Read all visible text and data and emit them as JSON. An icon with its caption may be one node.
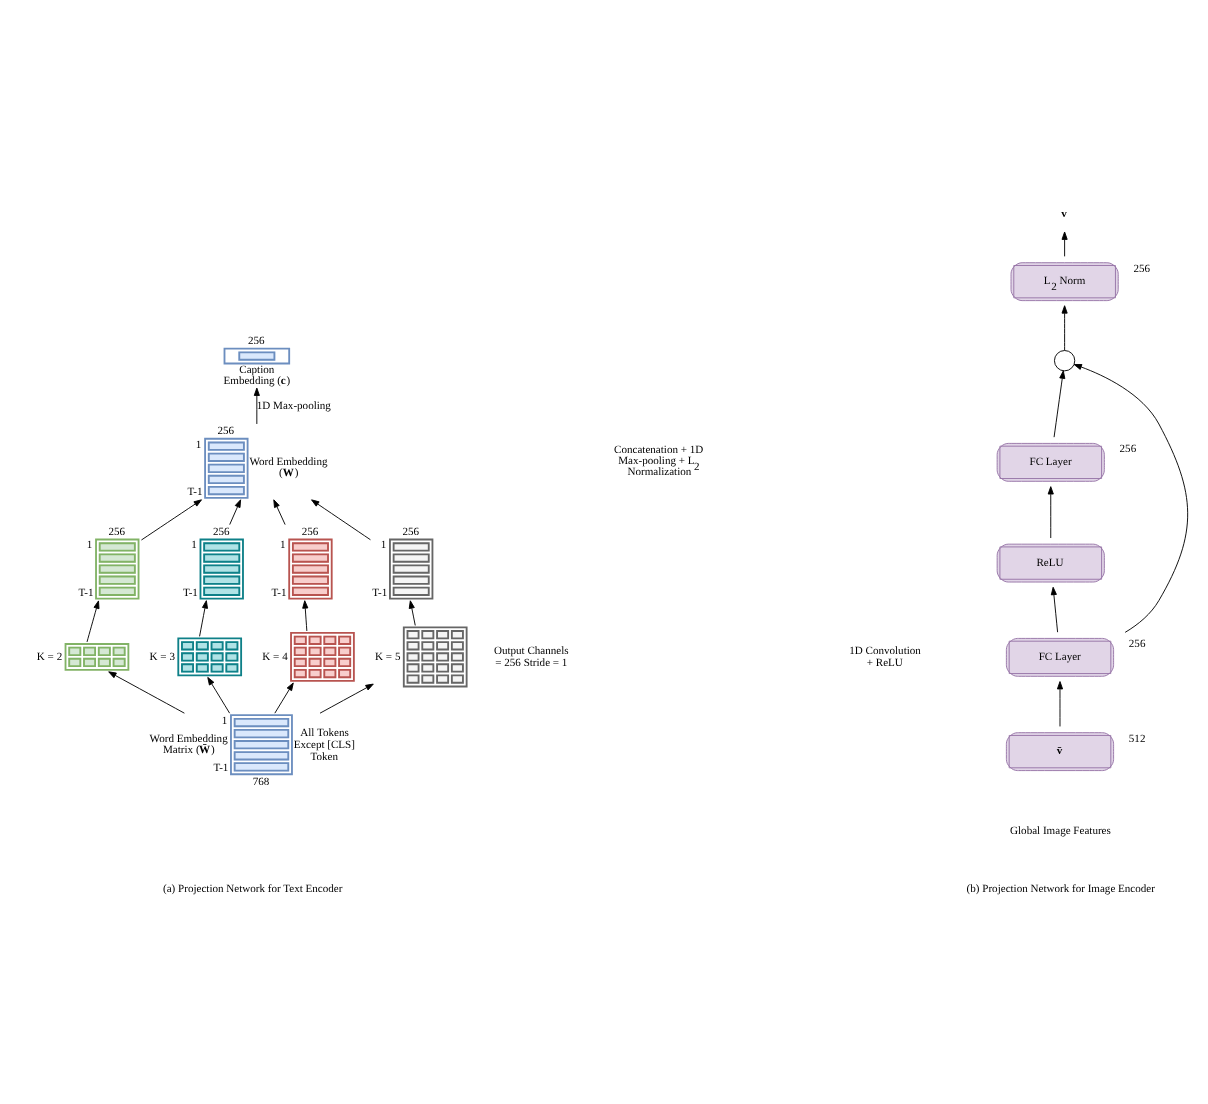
{
  "diagram": {
    "nodes": [
      {
        "text": [],
        "shape": "box",
        "beside": [
          "1",
          "T-1",
          "768",
          "Word Embedding Matrix (**W̄**)",
          "All Tokens Except [CLS] Token"
        ]
      },
      {
        "text": [],
        "shape": "box",
        "beside": [
          "K = 2"
        ]
      },
      {
        "text": [],
        "shape": "box",
        "beside": [
          "K = 3"
        ]
      },
      {
        "text": [],
        "shape": "box",
        "beside": [
          "K = 4"
        ]
      },
      {
        "text": [],
        "shape": "box",
        "beside": [
          "K = 5"
        ]
      },
      {
        "text": [],
        "shape": "box",
        "beside": [
          "256",
          "1",
          "T-1"
        ]
      },
      {
        "text": [],
        "shape": "box",
        "beside": [
          "256",
          "1",
          "T-1"
        ]
      },
      {
        "text": [],
        "shape": "box",
        "beside": [
          "256",
          "1",
          "T-1"
        ]
      },
      {
        "text": [],
        "shape": "box",
        "beside": [
          "256",
          "1",
          "T-1"
        ]
      },
      {
        "text": [],
        "shape": "box",
        "beside": [
          "256",
          "1",
          "T-1",
          "Word Embedding (**W**)"
        ]
      },
      {
        "text": [],
        "shape": "box",
        "beside": [
          "256",
          "Caption Embedding (**c**)"
        ]
      },
      {
        "text": [
          "v̄"
        ],
        "beside": [
          "512"
        ]
      },
      {
        "text": [
          "FC Layer"
        ],
        "beside": [
          "256"
        ]
      },
      {
        "text": [
          "ReLU"
        ]
      },
      {
        "text": [
          "FC Layer"
        ],
        "beside": [
          "256"
        ]
      },
      {
        "text": [],
        "shape": "circle"
      },
      {
        "text": [
          "L$_{2}$ Norm"
        ],
        "beside": [
          "256"
        ]
      },
      {
        "text": [
          "v"
        ]
      }
    ],
    "edges": [
      {
        "from": 0,
        "to": 1,
        "arrow": "to"
      },
      {
        "from": 0,
        "to": 2,
        "arrow": "to"
      },
      {
        "from": 0,
        "to": 3,
        "arrow": "to"
      },
      {
        "from": 0,
        "to": 4,
        "arrow": "to"
      },
      {
        "from": 1,
        "to": 5,
        "arrow": "to"
      },
      {
        "from": 2,
        "to": 6,
        "arrow": "to"
      },
      {
        "from": 3,
        "to": 7,
        "arrow": "to"
      },
      {
        "from": 4,
        "to": 8,
        "arrow": "to"
      },
      {
        "from": 5,
        "to": 9,
        "arrow": "to"
      },
      {
        "from": 6,
        "to": 9,
        "arrow": "to"
      },
      {
        "from": 7,
        "to": 9,
        "arrow": "to"
      },
      {
        "from": 8,
        "to": 9,
        "arrow": "to"
      },
      {
        "from": 9,
        "to": 10,
        "arrow": "to",
        "label": "1D Max-pooling"
      },
      {
        "from": 11,
        "to": 12,
        "arrow": "to"
      },
      {
        "from": 12,
        "to": 13,
        "arrow": "to"
      },
      {
        "from": 13,
        "to": 14,
        "arrow": "to"
      },
      {
        "from": 14,
        "to": 15,
        "arrow": "to"
      },
      {
        "from": 12,
        "to": 15,
        "arrow": "to"
      },
      {
        "from": 15,
        "to": 16,
        "arrow": "to"
      },
      {
        "from": 16,
        "to": 17,
        "arrow": "to"
      }
    ],
    "labels": [
      "1D Convolution + ReLU",
      "Output Channels = 256 Stride = 1",
      "Concatenation + 1D Max-pooling + L$_{2}$ Normalization",
      "Global Image Features",
      "(a) Projection Network for Text Encoder",
      "(b) Projection Network for Image Encoder"
    ]
  }
}
